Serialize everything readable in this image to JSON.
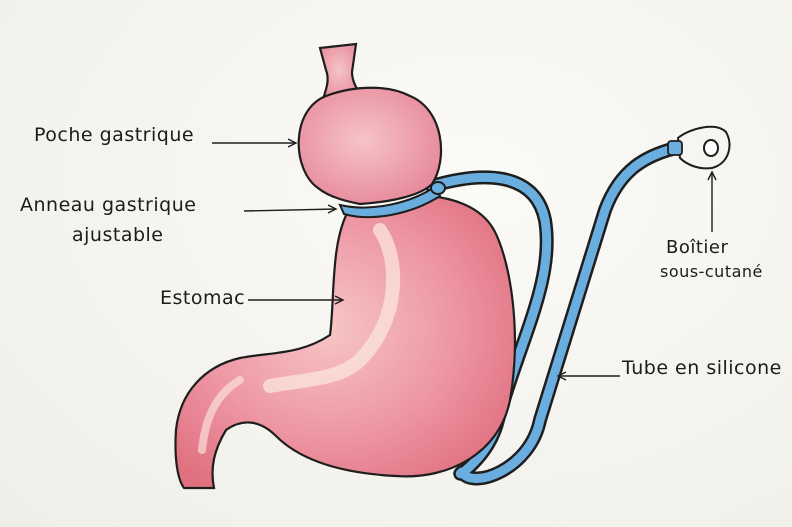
{
  "labels": {
    "poche": "Poche gastrique",
    "anneau_line1": "Anneau gastrique",
    "anneau_line2": "ajustable",
    "estomac": "Estomac",
    "tube": "Tube en silicone",
    "boitier_line1": "Boîtier",
    "boitier_line2": "sous-cutané"
  },
  "colors": {
    "stomach_fill": "#ec8c9c",
    "stomach_highlight": "#f8dcd8",
    "band_tube": "#6aaee0",
    "outline": "#1e1e1e"
  }
}
